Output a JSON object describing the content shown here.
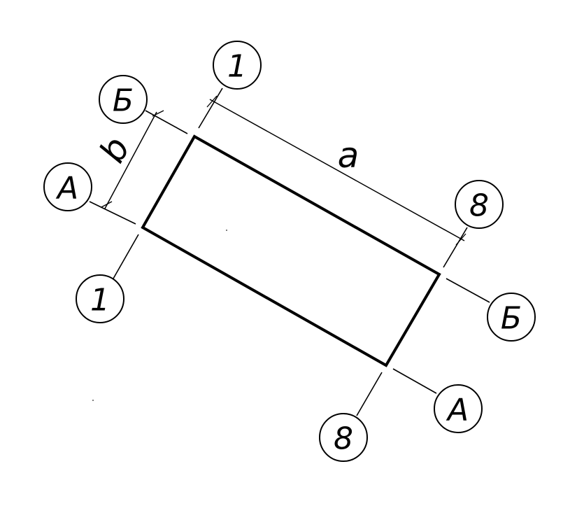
{
  "labels": {
    "axis_1_top": "1",
    "axis_1_bottom": "1",
    "axis_8_top": "8",
    "axis_8_bottom": "8",
    "axis_A_left": "A",
    "axis_A_right": "A",
    "axis_B_left": "Б",
    "axis_B_right": "Б",
    "dimension_a": "a",
    "dimension_b": "b"
  },
  "colors": {
    "line": "#000000",
    "background": "#ffffff"
  }
}
